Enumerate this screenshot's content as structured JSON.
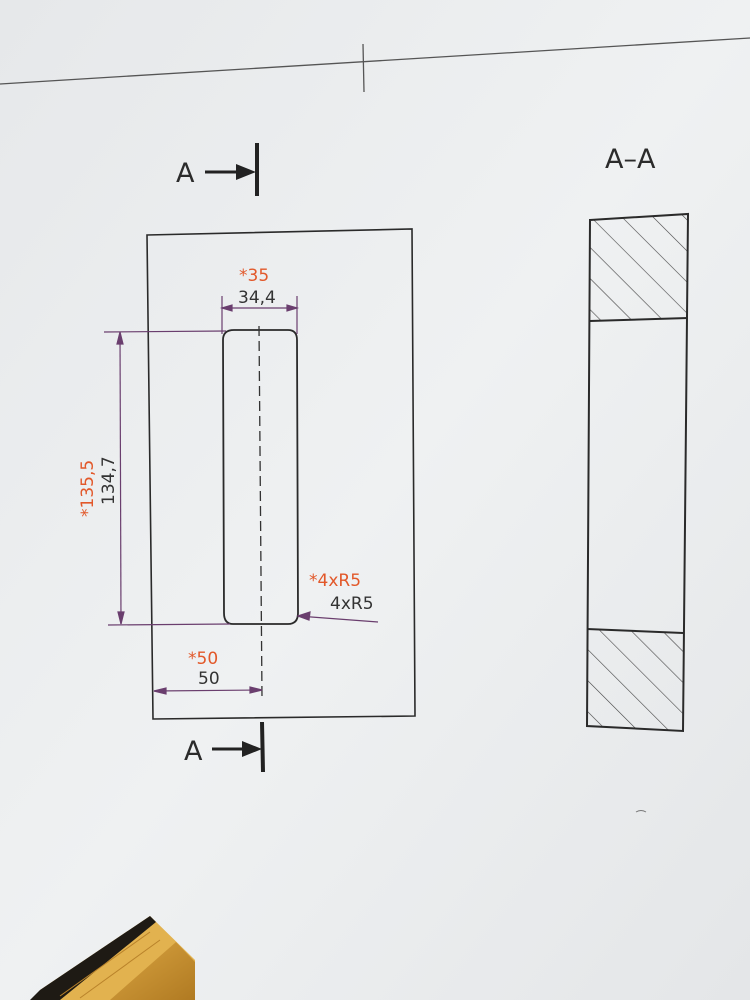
{
  "section_marker_top": "A",
  "section_marker_bottom": "A",
  "section_view_title": "A–A",
  "dimensions": {
    "slot_width_nominal": "*35",
    "slot_width_actual": "34,4",
    "slot_length_nominal": "*135,5",
    "slot_length_actual": "134,7",
    "corner_radius_nominal": "*4xR5",
    "corner_radius_actual": "4xR5",
    "offset_nominal": "*50",
    "offset_actual": "50"
  },
  "colors": {
    "nominal": "#e2582a",
    "actual": "#333333",
    "dimension_line": "#6a3e6e",
    "outline": "#2a2a2a",
    "wood": "#c8922e"
  }
}
